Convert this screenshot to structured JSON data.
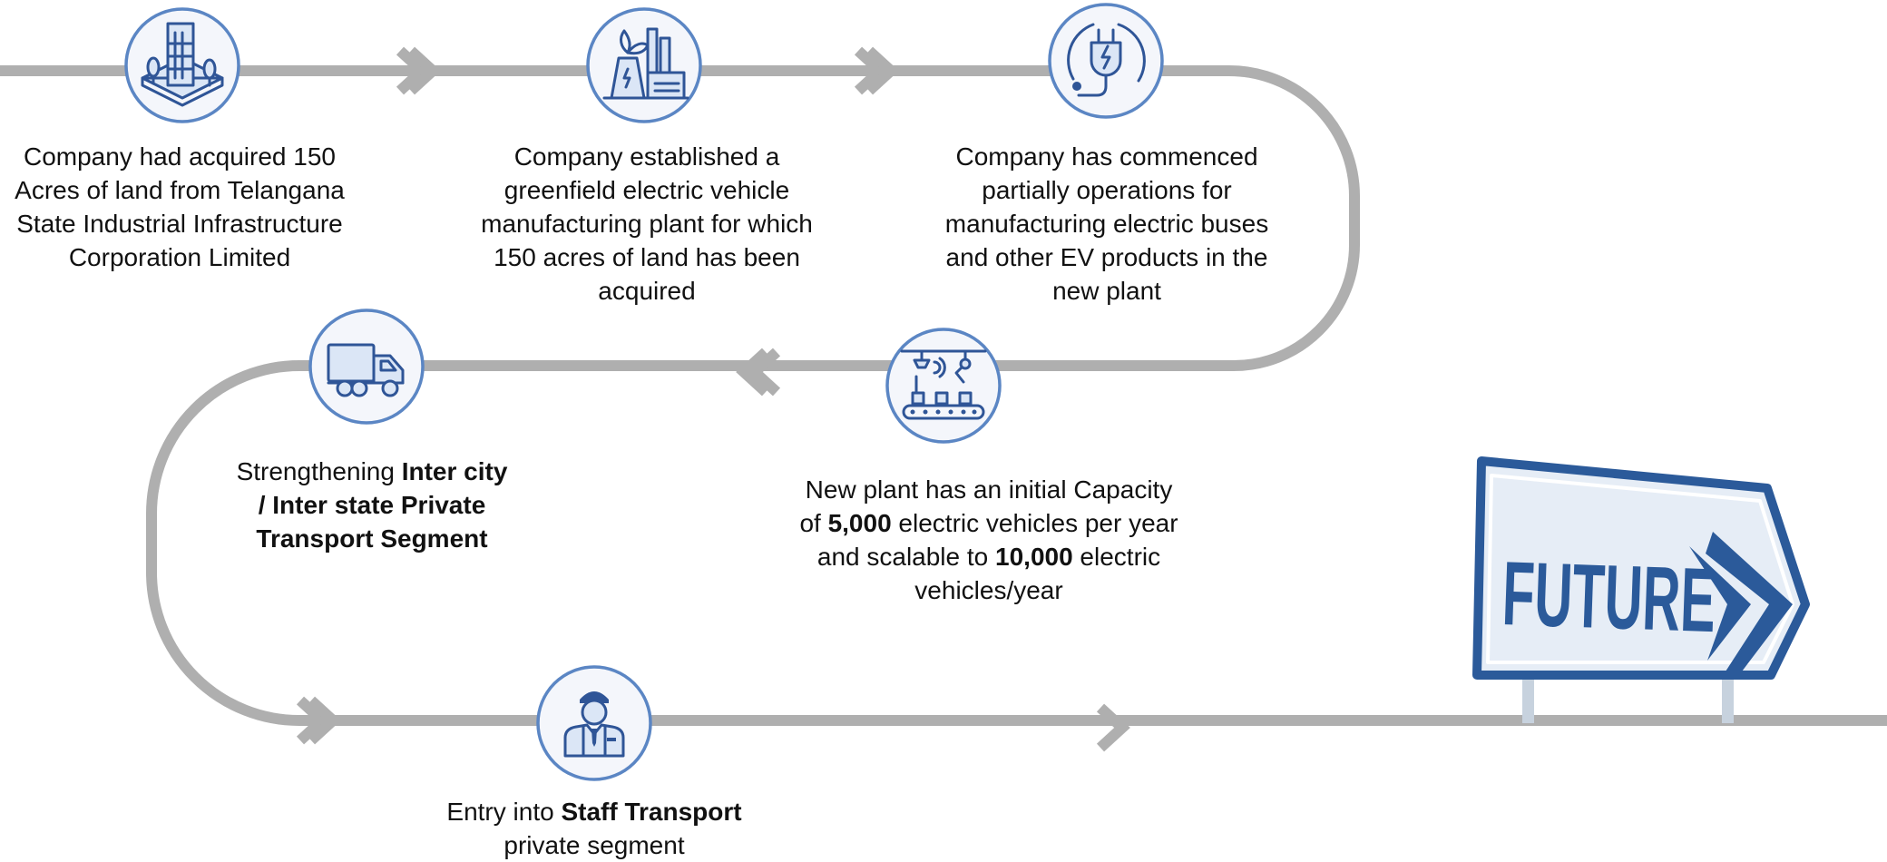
{
  "steps": [
    {
      "id": "land",
      "icon": "building-on-land-icon",
      "text": "Company had acquired 150 Acres of land from Telangana State Industrial Infrastructure Corporation Limited"
    },
    {
      "id": "plant",
      "icon": "green-factory-icon",
      "text": "Company established  a greenfield electric vehicle manufacturing plant for which 150 acres of land has been acquired"
    },
    {
      "id": "operations",
      "icon": "ev-plug-icon",
      "text": "Company has commenced partially operations for manufacturing electric buses and other EV products in the new plant"
    },
    {
      "id": "capacity",
      "icon": "assembly-line-icon",
      "text_1": "New plant has an initial Capacity of ",
      "bold_1": "5,000",
      "text_2": " electric vehicles per year and scalable to ",
      "bold_2": "10,000",
      "text_3": " electric vehicles/year"
    },
    {
      "id": "intercity",
      "icon": "delivery-truck-icon",
      "text_1": "Strengthening ",
      "bold_1": "Inter city / Inter state Private Transport Segment"
    },
    {
      "id": "staff",
      "icon": "staff-person-icon",
      "text_1": "Entry into ",
      "bold_1": "Staff Transport",
      "text_2": " private segment"
    }
  ],
  "sign": {
    "text": "FUTURE",
    "icon": "road-sign-arrow-icon"
  },
  "colors": {
    "track": "#afafaf",
    "icon_stroke": "#2f5597",
    "ring": "#5b86c4",
    "sign_blue": "#2b5a9a"
  }
}
